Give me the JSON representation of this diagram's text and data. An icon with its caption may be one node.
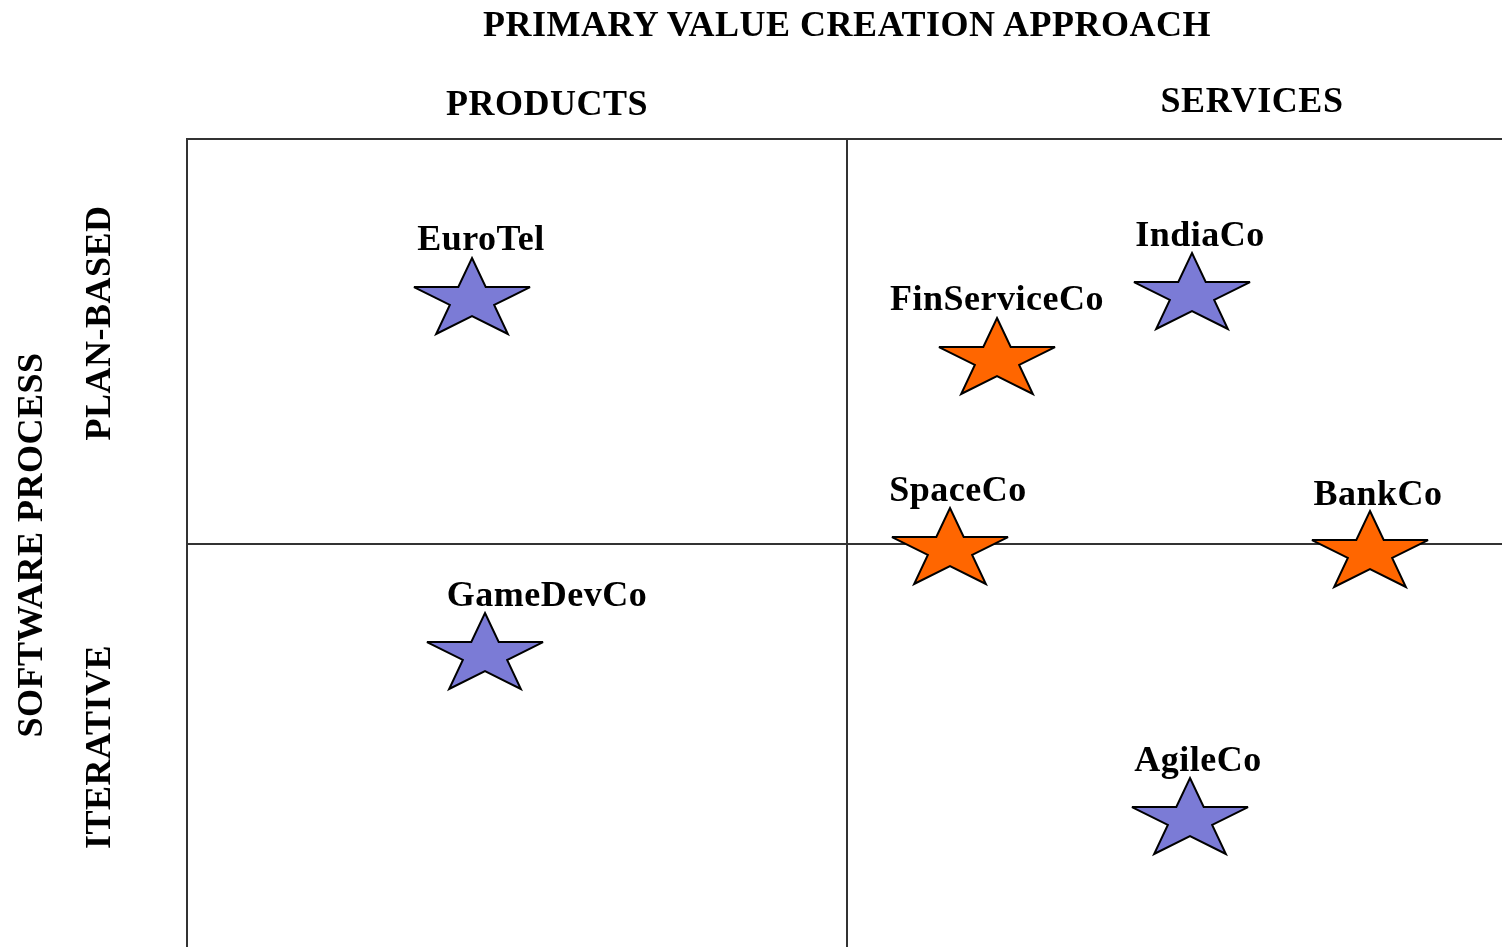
{
  "diagram": {
    "title": "PRIMARY VALUE CREATION APPROACH",
    "nodes": [
      {
        "text": [
          "EuroTel"
        ]
      },
      {
        "text": [
          "IndiaCo"
        ]
      },
      {
        "text": [
          "FinServiceCo"
        ]
      },
      {
        "text": [
          "SpaceCo"
        ]
      },
      {
        "text": [
          "BankCo"
        ]
      },
      {
        "text": [
          "GameDevCo"
        ]
      },
      {
        "text": [
          "AgileCo"
        ]
      }
    ],
    "labels": [
      "PRODUCTS",
      "SERVICES",
      "SOFTWARE PROCESS",
      "PLAN-BASED",
      "ITERATIVE"
    ]
  }
}
